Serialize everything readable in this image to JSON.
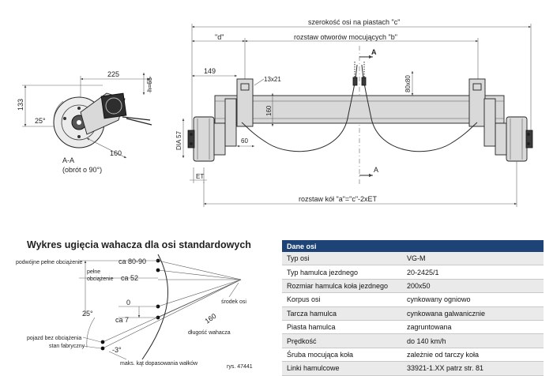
{
  "drawing": {
    "overall_width_label": "szerokość osi na piastach  \"c\"",
    "d_label": "\"d\"",
    "mount_spacing_label": "rozstaw otworów mocujących \"b\"",
    "section_marker": "A",
    "dim_225": "225",
    "dim_h65": "h=65",
    "dim_133": "133",
    "dim_25deg": "25°",
    "dim_160_side": "160",
    "section_title": "A-A",
    "section_subtitle": "(obrót o 90°)",
    "dim_149": "149",
    "dim_13x21": "13x21",
    "dim_80x80": "80x80",
    "dim_160_front": "160",
    "dim_dia57": "DIA 57",
    "dim_60": "60",
    "dim_et": "ET",
    "wheel_spacing_label": "rozstaw kół \"a\"=\"c\"-2xET"
  },
  "graph": {
    "title": "Wykres ugięcia wahacza dla osi standardowych",
    "label_double_load": "podwójne pełne obciążenie",
    "val_ca_80_90": "ca 80-90",
    "label_full_load_1": "pełne",
    "label_full_load_2": "obciążenie",
    "val_ca_52": "ca 52",
    "val_0": "0",
    "val_ca_7": "ca 7",
    "val_25deg": "25°",
    "label_no_load_1": "pojazd bez obciążenia",
    "label_no_load_2": "stan fabryczny",
    "val_minus3": "-3°",
    "label_axle_center": "środek osi",
    "val_160": "160",
    "label_arm_length": "długość wahacza",
    "label_max_angle": "maks. kąt dopasowania wałków",
    "fig_number": "rys. 47441"
  },
  "specs": {
    "header": "Dane osi",
    "rows": [
      {
        "label": "Typ osi",
        "value": "VG-M"
      },
      {
        "label": "Typ hamulca jezdnego",
        "value": "20-2425/1"
      },
      {
        "label": "Rozmiar hamulca koła jezdnego",
        "value": "200x50"
      },
      {
        "label": "Korpus osi",
        "value": "cynkowany ogniowo"
      },
      {
        "label": "Tarcza hamulca",
        "value": "cynkowana galwanicznie"
      },
      {
        "label": "Piasta hamulca",
        "value": "zagruntowana"
      },
      {
        "label": "Prędkość",
        "value": "do 140 km/h"
      },
      {
        "label": "Śruba mocująca koła",
        "value": "zależnie od tarczy koła"
      },
      {
        "label": "Linki hamulcowe",
        "value": "33921-1.XX patrz str. 81"
      }
    ]
  }
}
